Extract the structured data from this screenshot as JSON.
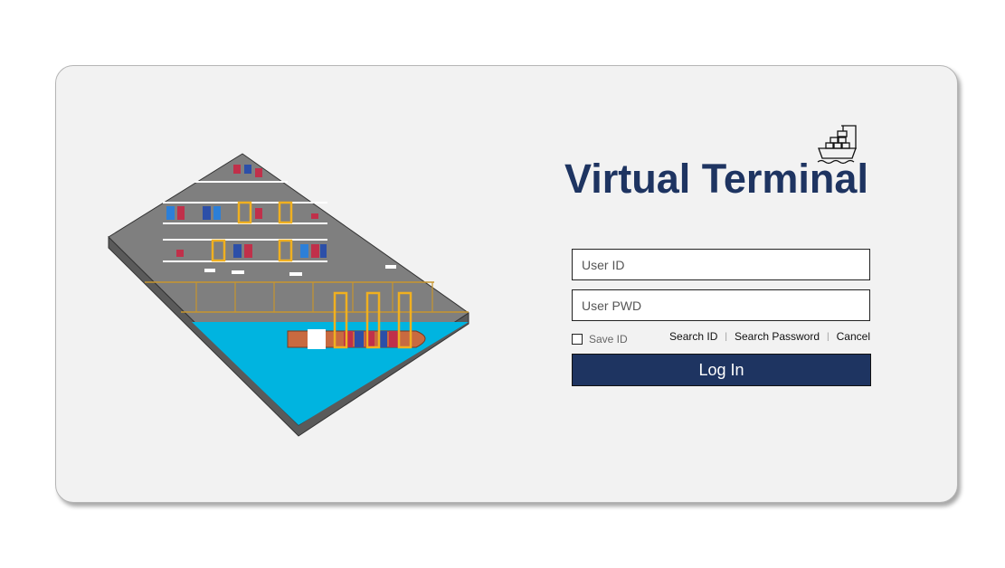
{
  "title": "Virtual Terminal",
  "form": {
    "user_id_placeholder": "User ID",
    "user_pwd_placeholder": "User PWD",
    "save_id_label": "Save ID",
    "save_id_checked": false,
    "links": {
      "search_id": "Search ID",
      "search_password": "Search Password",
      "cancel": "Cancel"
    },
    "login_label": "Log In"
  },
  "colors": {
    "brand": "#1e3461",
    "water": "#00b4e0",
    "ground": "#7f7f7f",
    "crane": "#f0b020"
  }
}
